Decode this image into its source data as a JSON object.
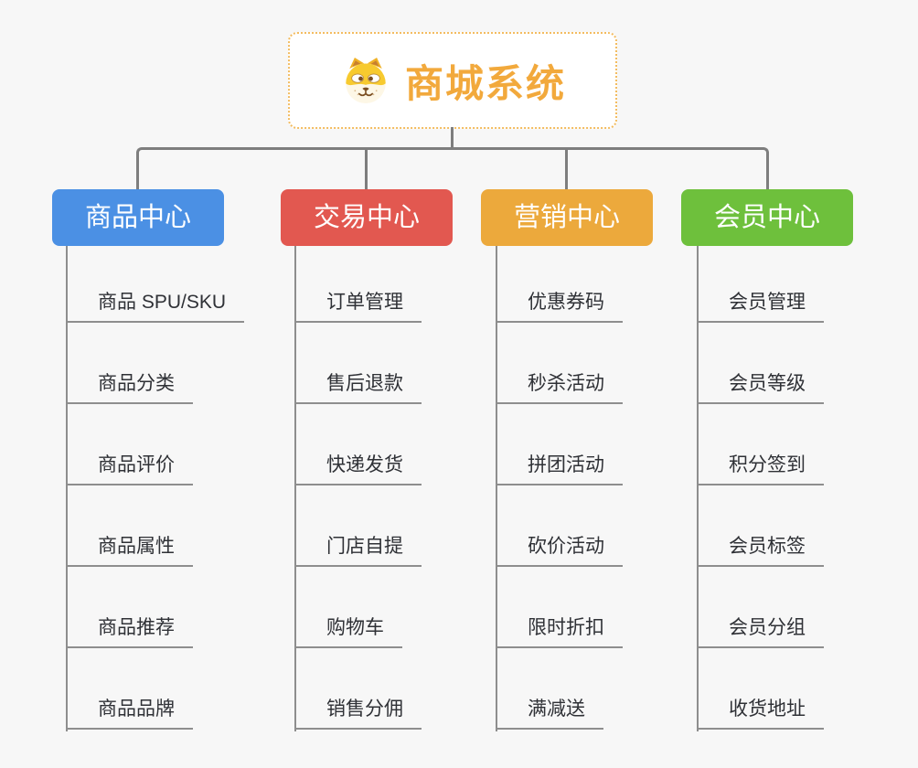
{
  "root": {
    "label": "商城系统",
    "icon": "shiba-dog-icon",
    "accent_color": "#f2a93c",
    "border_color": "#f3bc60",
    "background": "#ffffff"
  },
  "theme": {
    "page_background": "#f7f7f7",
    "connector_color": "#7e7e7e",
    "leaf_line_color": "#8e8e8e",
    "leaf_text_color": "#2f3136"
  },
  "branches": [
    {
      "label": "商品中心",
      "color": "#4b90e4",
      "items": [
        "商品 SPU/SKU",
        "商品分类",
        "商品评价",
        "商品属性",
        "商品推荐",
        "商品品牌"
      ]
    },
    {
      "label": "交易中心",
      "color": "#e25850",
      "items": [
        "订单管理",
        "售后退款",
        "快递发货",
        "门店自提",
        "购物车",
        "销售分佣"
      ]
    },
    {
      "label": "营销中心",
      "color": "#eca93c",
      "items": [
        "优惠券码",
        "秒杀活动",
        "拼团活动",
        "砍价活动",
        "限时折扣",
        "满减送"
      ]
    },
    {
      "label": "会员中心",
      "color": "#6ec03c",
      "items": [
        "会员管理",
        "会员等级",
        "积分签到",
        "会员标签",
        "会员分组",
        "收货地址"
      ]
    }
  ]
}
